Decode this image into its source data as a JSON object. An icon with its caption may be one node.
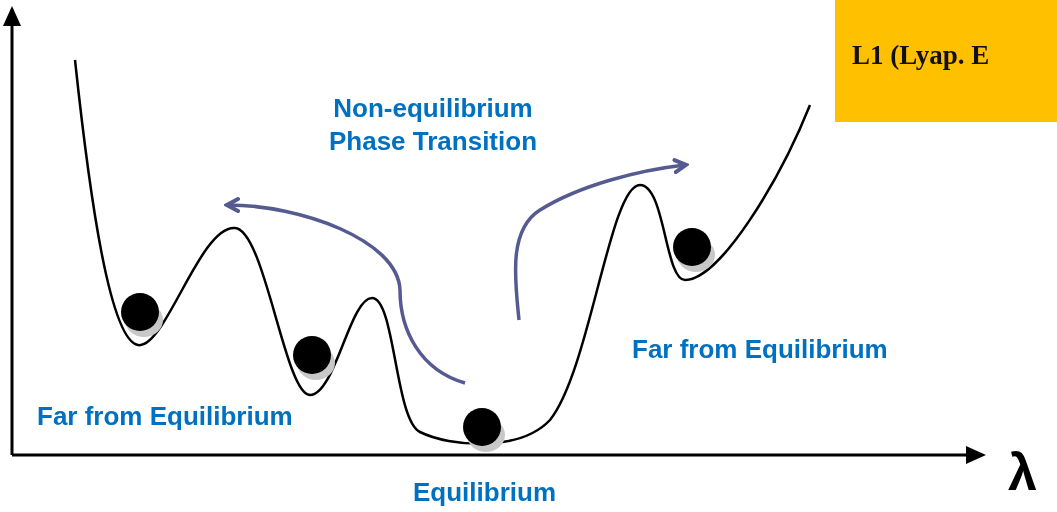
{
  "diagram": {
    "nodes": [
      {
        "text": [
          "L1 (Lyap. E"
        ]
      }
    ],
    "labels": [
      "Non-equilibrium Phase Transition",
      "Far from Equilibrium",
      "Far from Equilibrium",
      "Equilibrium",
      "λ"
    ]
  }
}
